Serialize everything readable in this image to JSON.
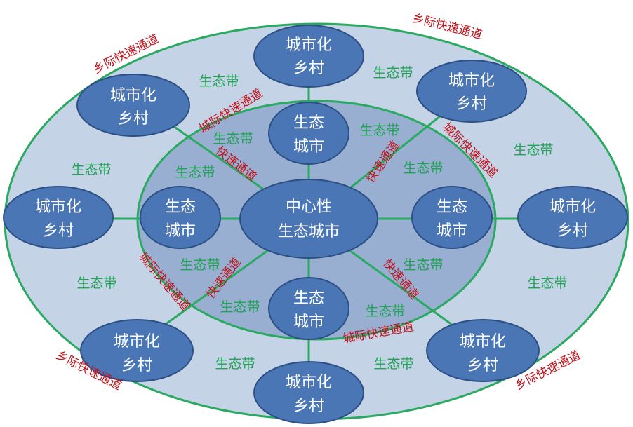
{
  "center": {
    "line1": "中心性",
    "line2": "生态城市"
  },
  "eco_cities": [
    {
      "line1": "生态",
      "line2": "城市"
    },
    {
      "line1": "生态",
      "line2": "城市"
    },
    {
      "line1": "生态",
      "line2": "城市"
    },
    {
      "line1": "生态",
      "line2": "城市"
    }
  ],
  "villages": [
    {
      "line1": "城市化",
      "line2": "乡村"
    },
    {
      "line1": "城市化",
      "line2": "乡村"
    },
    {
      "line1": "城市化",
      "line2": "乡村"
    },
    {
      "line1": "城市化",
      "line2": "乡村"
    },
    {
      "line1": "城市化",
      "line2": "乡村"
    },
    {
      "line1": "城市化",
      "line2": "乡村"
    },
    {
      "line1": "城市化",
      "line2": "乡村"
    },
    {
      "line1": "城市化",
      "line2": "乡村"
    }
  ],
  "eco_belt_label": "生态带",
  "fast_channel_label": "快速通道",
  "intercity_channel_label": "城际快速通道",
  "rural_channel_label": "乡际快速通道",
  "colors": {
    "outer_fill": "#c5d3e6",
    "inner_fill": "#98afd1",
    "ring_stroke": "#2aa960",
    "node_fill": "#4a76b5",
    "node_stroke": "#2c4f84",
    "eco_text": "#21a355",
    "road_text": "#c0121b"
  }
}
